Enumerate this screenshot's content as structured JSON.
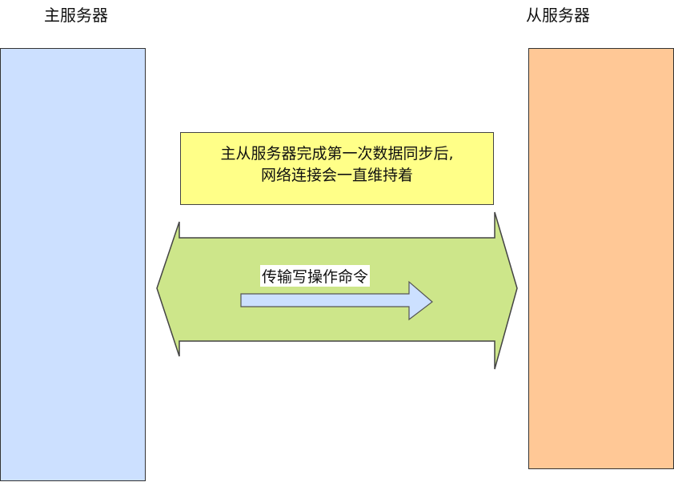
{
  "master": {
    "title": "主服务器",
    "color": "#cce0ff"
  },
  "slave": {
    "title": "从服务器",
    "color": "#ffc896"
  },
  "note": {
    "line1": "主从服务器完成第一次数据同步后,",
    "line2": "网络连接会一直维持着",
    "color": "#ffff88"
  },
  "connection": {
    "color": "#cde68a"
  },
  "command": {
    "label": "传输写操作命令",
    "arrow_color": "#cce0ff"
  }
}
